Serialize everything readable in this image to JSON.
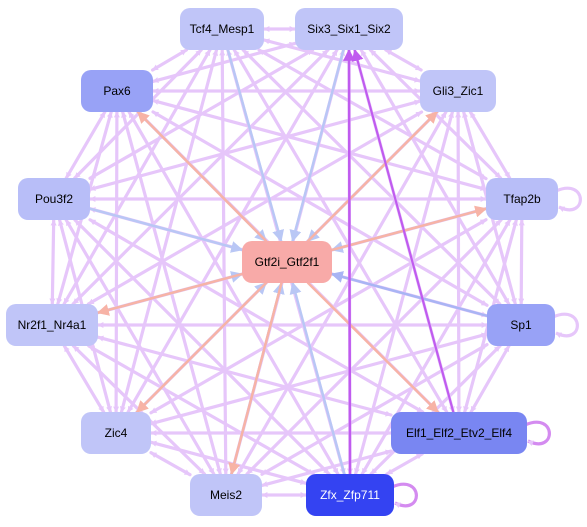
{
  "colors": {
    "edge_default": "#e6c6fa",
    "edge_center_in": "#b9c7f5",
    "edge_center_out": "#f7b3a6",
    "edge_strong": "#c05bef",
    "edge_blue": "#a9b5f4"
  },
  "nodes": [
    {
      "id": "tcf4",
      "label": "Tcf4_Mesp1",
      "fill": "#c0c5f8",
      "text": "#000000"
    },
    {
      "id": "six3",
      "label": "Six3_Six1_Six2",
      "fill": "#c0c5f8",
      "text": "#000000"
    },
    {
      "id": "pax6",
      "label": "Pax6",
      "fill": "#98a2f6",
      "text": "#000000"
    },
    {
      "id": "gli3",
      "label": "Gli3_Zic1",
      "fill": "#c0c5f8",
      "text": "#000000"
    },
    {
      "id": "pou3f2",
      "label": "Pou3f2",
      "fill": "#b8bef8",
      "text": "#000000"
    },
    {
      "id": "tfap2b",
      "label": "Tfap2b",
      "fill": "#b8bef8",
      "text": "#000000"
    },
    {
      "id": "gtf2i",
      "label": "Gtf2i_Gtf2f1",
      "fill": "#f8aaa8",
      "text": "#000000"
    },
    {
      "id": "nr2f1",
      "label": "Nr2f1_Nr4a1",
      "fill": "#c0c5f8",
      "text": "#000000"
    },
    {
      "id": "sp1",
      "label": "Sp1",
      "fill": "#98a2f6",
      "text": "#000000"
    },
    {
      "id": "zic4",
      "label": "Zic4",
      "fill": "#c0c5f8",
      "text": "#000000"
    },
    {
      "id": "elf1",
      "label": "Elf1_Elf2_Etv2_Elf4",
      "fill": "#7986f2",
      "text": "#000000"
    },
    {
      "id": "meis2",
      "label": "Meis2",
      "fill": "#c0c5f8",
      "text": "#000000"
    },
    {
      "id": "zfx",
      "label": "Zfx_Zfp711",
      "fill": "#3443f2",
      "text": "#ffffff"
    }
  ],
  "self_loops": [
    "tfap2b",
    "sp1",
    "elf1",
    "zfx"
  ]
}
